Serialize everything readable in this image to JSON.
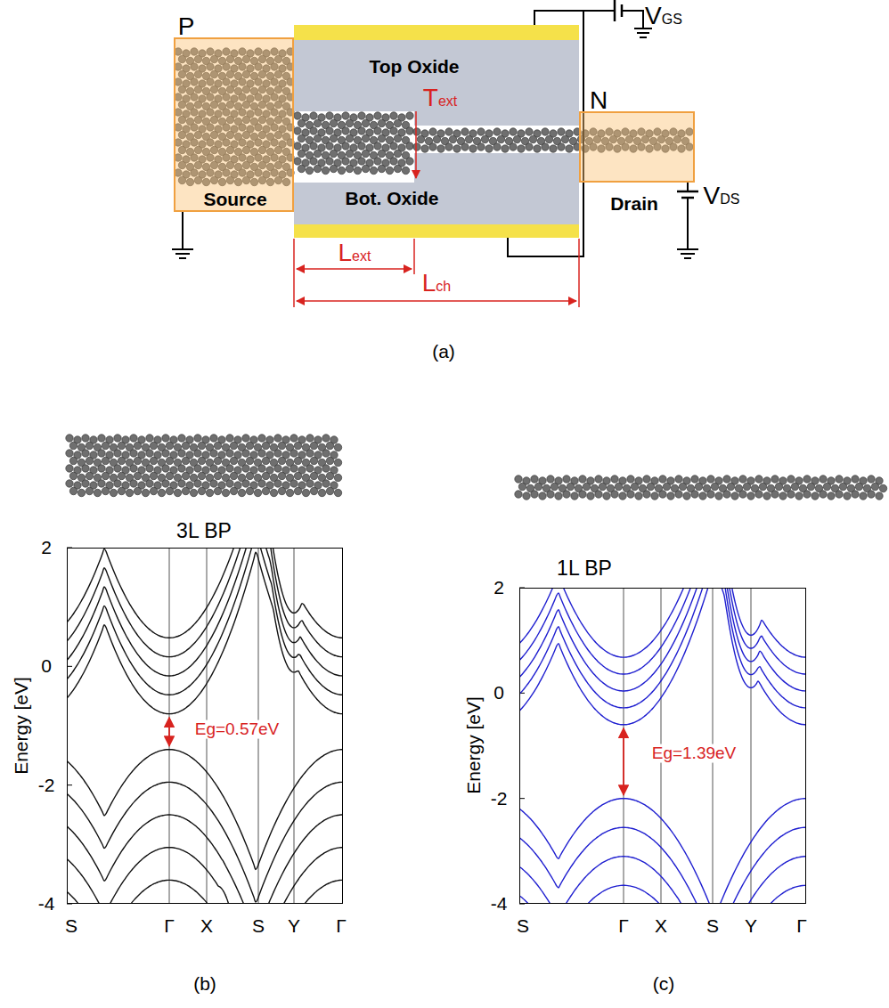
{
  "diagram": {
    "nodes": [
      {
        "text": [
          "P",
          "Source"
        ]
      },
      {
        "text": [
          "Top Oxide"
        ]
      },
      {
        "text": [
          "Bot. Oxide"
        ]
      },
      {
        "text": [
          "N",
          "Drain"
        ]
      },
      {
        "text": [
          "3L BP",
          "Eg=0.57eV"
        ]
      },
      {
        "text": [
          "1L BP",
          "Eg=1.39eV"
        ]
      }
    ],
    "labels": [
      "VGS",
      "VDS",
      "Text",
      "Lext",
      "Lch",
      "(a)",
      "2",
      "0",
      "-2",
      "-4",
      "Energy [eV]",
      "S",
      "Γ",
      "X",
      "S",
      "Y",
      "Γ",
      "(b)",
      "2",
      "0",
      "-2",
      "-4",
      "Energy [eV]",
      "S",
      "Γ",
      "X",
      "S",
      "Y",
      "Γ",
      "(c)"
    ]
  }
}
